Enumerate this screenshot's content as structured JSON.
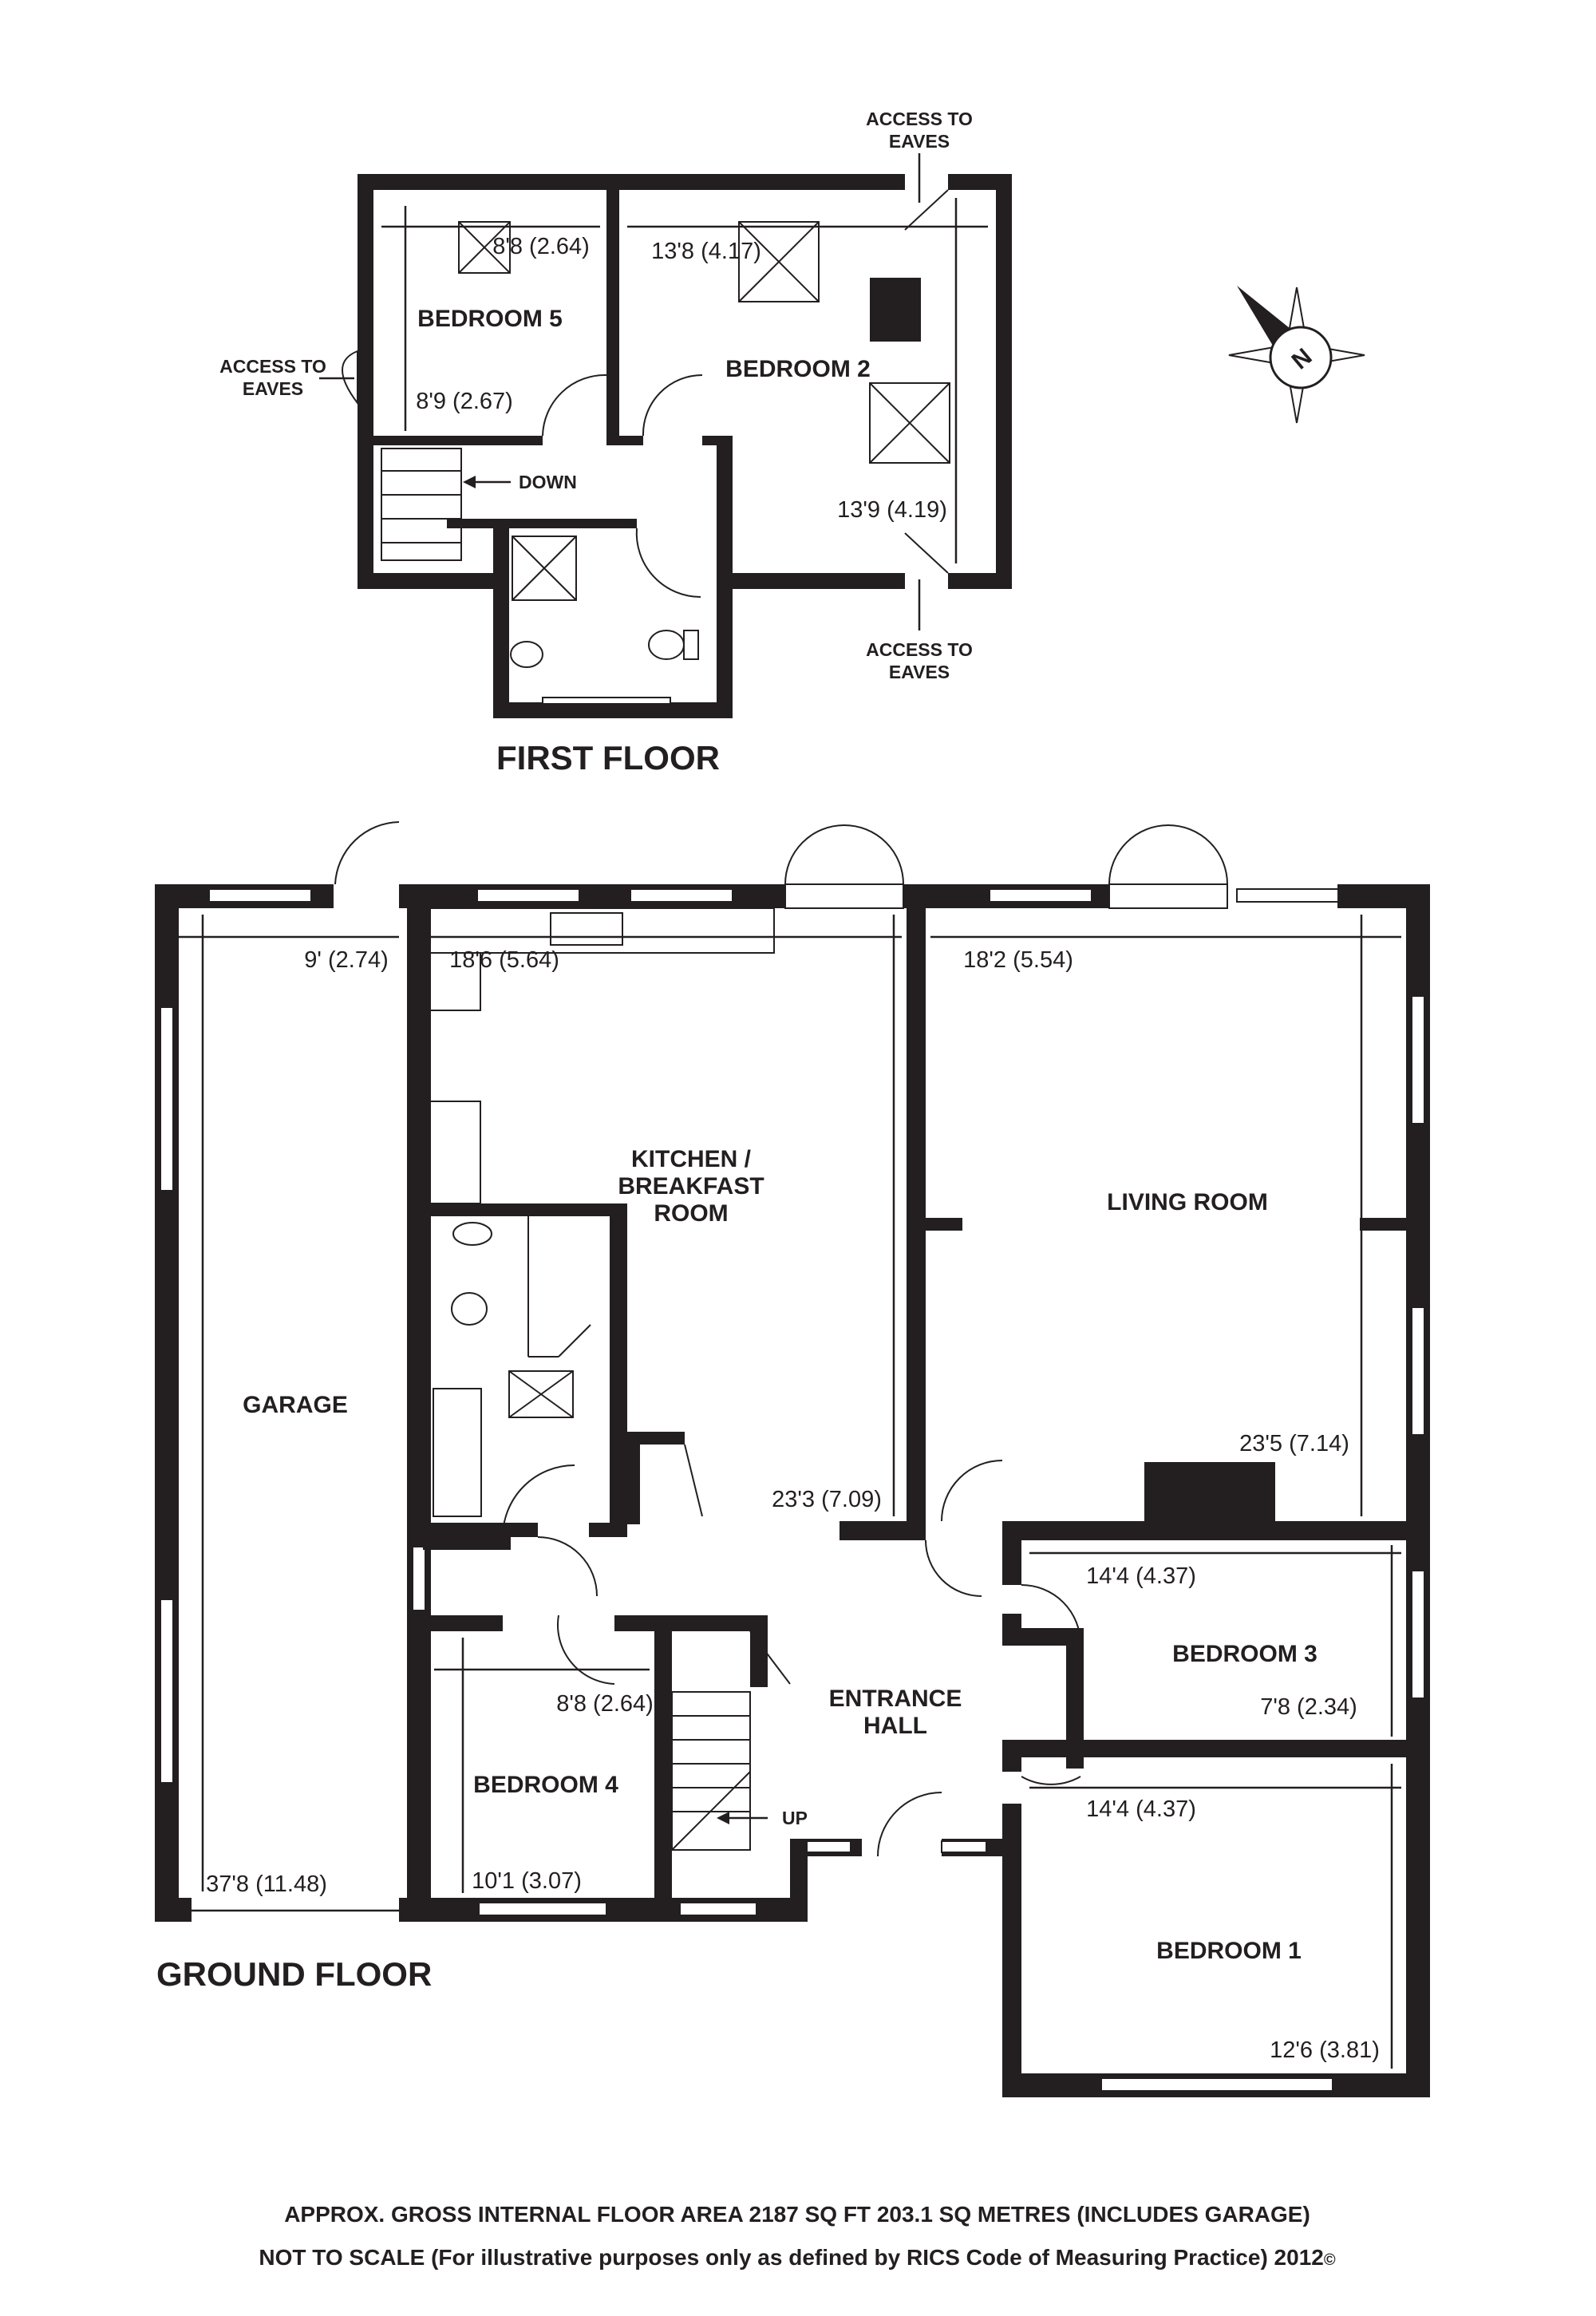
{
  "floors": {
    "first": "FIRST FLOOR",
    "ground": "GROUND FLOOR"
  },
  "rooms": {
    "bedroom5": "BEDROOM 5",
    "bedroom2": "BEDROOM 2",
    "kitchen_line1": "KITCHEN /",
    "kitchen_line2": "BREAKFAST",
    "kitchen_line3": "ROOM",
    "living": "LIVING ROOM",
    "garage": "GARAGE",
    "bedroom3": "BEDROOM 3",
    "bedroom4": "BEDROOM 4",
    "hall_line1": "ENTRANCE",
    "hall_line2": "HALL",
    "bedroom1": "BEDROOM 1"
  },
  "dimensions": {
    "bed5_width": "8'8 (2.64)",
    "bed5_depth": "8'9 (2.67)",
    "bed2_width": "13'8 (4.17)",
    "bed2_depth": "13'9 (4.19)",
    "garage_width": "9' (2.74)",
    "garage_depth": "37'8 (11.48)",
    "kitchen_width": "18'6 (5.64)",
    "kitchen_depth": "23'3 (7.09)",
    "living_width": "18'2 (5.54)",
    "living_depth": "23'5 (7.14)",
    "bed3_width": "14'4 (4.37)",
    "bed3_depth": "7'8 (2.34)",
    "bed4_width": "8'8 (2.64)",
    "bed4_depth": "10'1 (3.07)",
    "bed1_width": "14'4 (4.37)",
    "bed1_depth": "12'6 (3.81)"
  },
  "labels": {
    "eaves_top_1": "ACCESS TO",
    "eaves_top_2": "EAVES",
    "eaves_left_1": "ACCESS TO",
    "eaves_left_2": "EAVES",
    "eaves_bottom_1": "ACCESS TO",
    "eaves_bottom_2": "EAVES",
    "down": "DOWN",
    "up": "UP",
    "compass": "N"
  },
  "footer": {
    "line1": "APPROX. GROSS INTERNAL FLOOR AREA 2187 SQ FT 203.1 SQ METRES (INCLUDES GARAGE)",
    "line2": "NOT TO SCALE (For illustrative purposes only as defined by RICS Code of Measuring Practice) 2012",
    "copyright": "©"
  },
  "colors": {
    "ink": "#231f20",
    "background": "#ffffff"
  }
}
